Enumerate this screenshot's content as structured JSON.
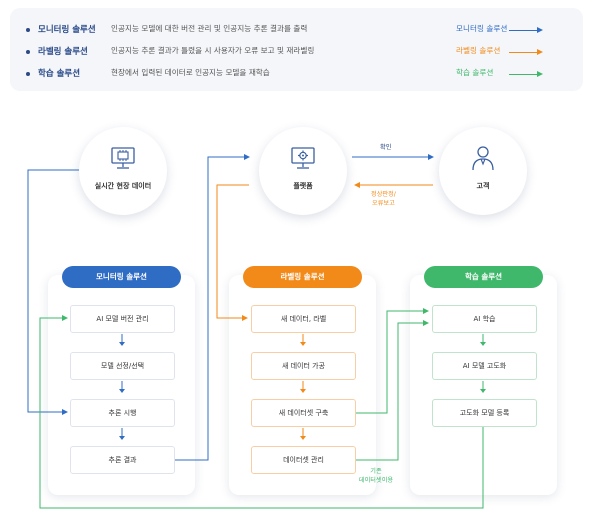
{
  "legend": [
    {
      "title": "모니터링 솔루션",
      "desc": "인공지능 모델에 대한 버전 관리 및 인공지능 추론 결과를 출력",
      "label": "모니터링 솔루션",
      "color": "#2f6cc4"
    },
    {
      "title": "라벨링 솔루션",
      "desc": "인공지능 추론 결과가 틀렸을 시 사용자가 오류 보고 및 재라벨링",
      "label": "라벨링 솔루션",
      "color": "#f28a1a"
    },
    {
      "title": "학습 솔루션",
      "desc": "현장에서 입력된 데이터로 인공지능 모델을 재학습",
      "label": "학습 솔루션",
      "color": "#3fb86c"
    }
  ],
  "nodes": {
    "realtime": "실시간 현장 데이터",
    "platform": "플랫폼",
    "customer": "고객"
  },
  "edges": {
    "confirm": "확인",
    "report": [
      "정상판정/",
      "오류보고"
    ],
    "existing": [
      "기존",
      "데이터셋이용"
    ]
  },
  "panels": {
    "monitoring": {
      "title": "모니터링 솔루션",
      "steps": [
        "AI 모델 버전 관리",
        "모델 선정/선택",
        "추론 시행",
        "추론 결과"
      ]
    },
    "labeling": {
      "title": "라벨링 솔루션",
      "steps": [
        "새 데이터, 라벨",
        "새 데이터 가공",
        "새 데이터셋 구축",
        "데이터셋 관리"
      ]
    },
    "learning": {
      "title": "학습 솔루션",
      "steps": [
        "AI 학습",
        "AI 모델 고도화",
        "고도화 모델 등록"
      ]
    }
  },
  "colors": {
    "blue": "#2f6cc4",
    "orange": "#f28a1a",
    "green": "#3fb86c",
    "navy": "#2a4b8a"
  }
}
